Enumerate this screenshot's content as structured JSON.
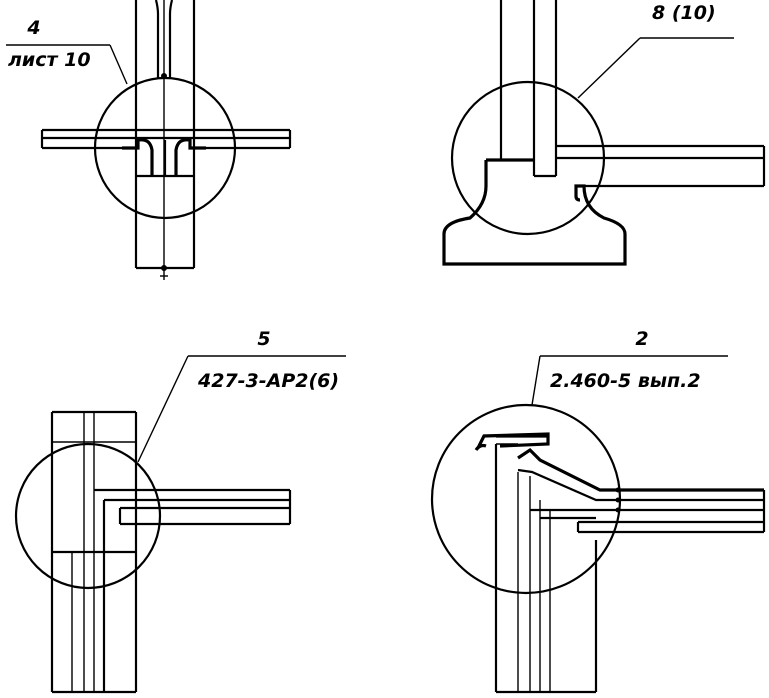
{
  "callouts": [
    {
      "number": "4",
      "reference": "лист 10"
    },
    {
      "number": "",
      "reference": "8 (10)"
    },
    {
      "number": "5",
      "reference": "427-3-АР2(6)"
    },
    {
      "number": "2",
      "reference": "2.460-5 вып.2"
    }
  ]
}
